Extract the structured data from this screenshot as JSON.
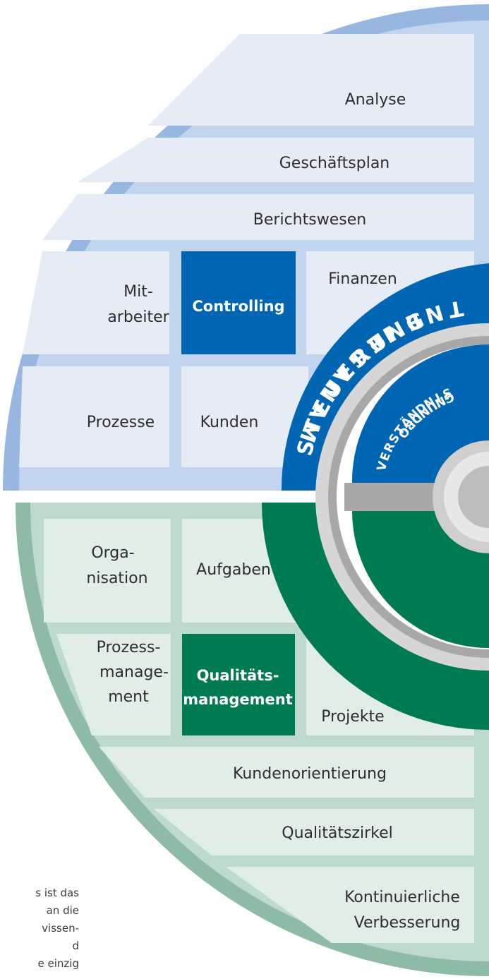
{
  "colors": {
    "steuerung_outer": "#97b6e0",
    "steuerung_ring": "#c3d4ee",
    "steuerung_cell": "#e6ecf6",
    "steuerung_dark": "#0065b3",
    "management_outer": "#8dbba6",
    "management_ring": "#bed9cd",
    "management_cell": "#e1ede7",
    "management_dark": "#007a52",
    "core_gray": "#a8a8a8",
    "core_light": "#d6d6d6",
    "text_dark": "#2e2e2e"
  },
  "steuerung": {
    "band_label": "STEUERUNG",
    "inner_label": "VERSTÄNDNIS",
    "rows": {
      "analyse": "Analyse",
      "geschaeftsplan": "Geschäftsplan",
      "berichtswesen": "Berichtswesen"
    },
    "cells": {
      "mitarbeiter_line1": "Mit-",
      "mitarbeiter_line2": "arbeiter",
      "controlling": "Controlling",
      "finanzen": "Finanzen",
      "prozesse": "Prozesse",
      "kunden": "Kunden"
    }
  },
  "management": {
    "band_label": "MANAGEMENT",
    "inner_label": "ORDNUNG",
    "cells": {
      "organisation_line1": "Orga-",
      "organisation_line2": "nisation",
      "aufgaben": "Aufgaben",
      "prozessmanagement_line1": "Prozess-",
      "prozessmanagement_line2": "manage-",
      "prozessmanagement_line3": "ment",
      "qualitaetsmanagement_line1": "Qualitäts-",
      "qualitaetsmanagement_line2": "management",
      "projekte": "Projekte"
    },
    "rows": {
      "kundenorientierung": "Kundenorientierung",
      "qualitaetszirkel": "Qualitätszirkel",
      "kontinuierliche_line1": "Kontinuierliche",
      "kontinuierliche_line2": "Verbesserung"
    }
  },
  "side_text": {
    "line1": "s ist das",
    "line2": "an die",
    "line3": "vissen-",
    "line4": "d",
    "line5": "e einzig"
  }
}
